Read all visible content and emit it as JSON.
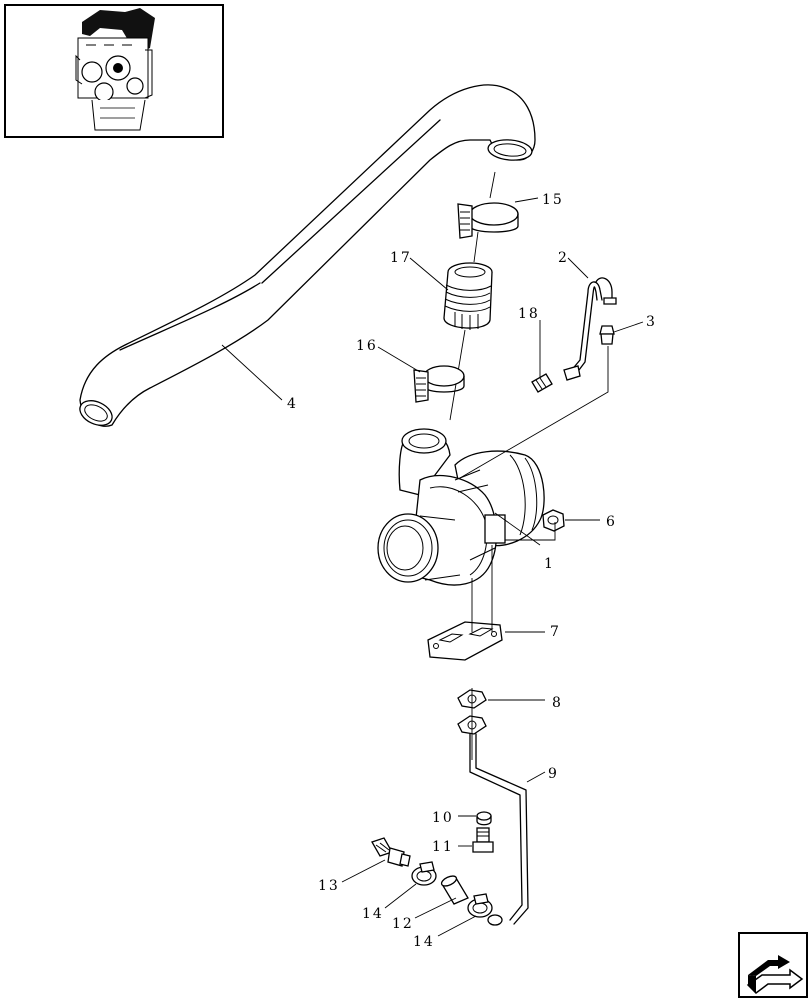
{
  "diagram": {
    "callouts": {
      "c1": "1",
      "c2": "2",
      "c3": "3",
      "c4": "4",
      "c6": "6",
      "c7": "7",
      "c8": "8",
      "c9": "9",
      "c10": "10",
      "c11": "11",
      "c12": "12",
      "c13": "13",
      "c14a": "14",
      "c14b": "14",
      "c15": "15",
      "c16": "16",
      "c17": "17",
      "c18": "18"
    }
  },
  "icons": {
    "thumbnail": "engine-thumbnail-icon",
    "next": "next-page-arrow-icon"
  }
}
